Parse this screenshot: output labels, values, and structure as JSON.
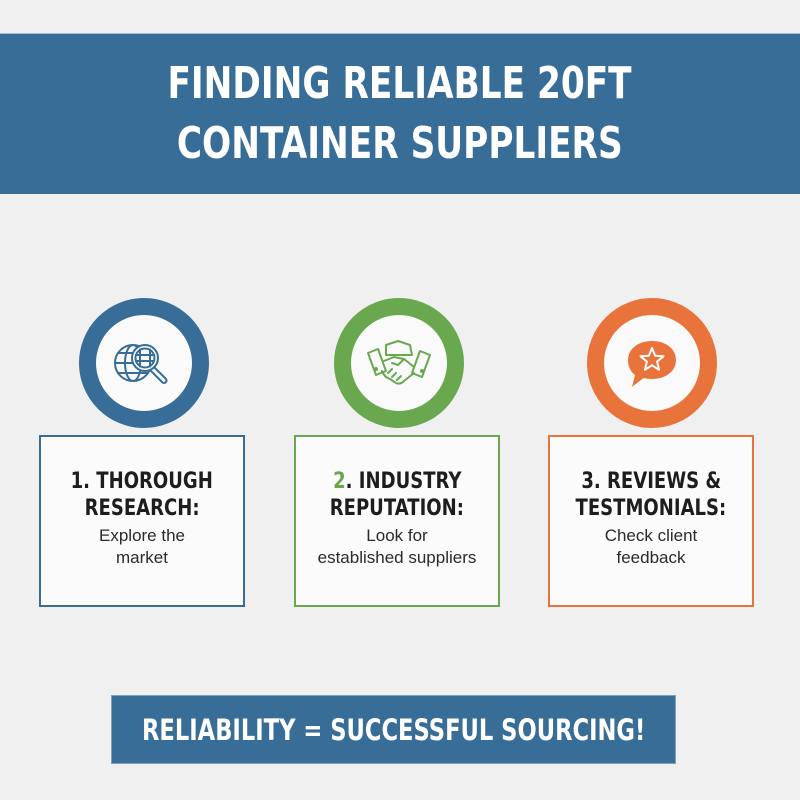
{
  "header": {
    "title_line1": "FINDING RELIABLE 20FT",
    "title_line2": "CONTAINER SUPPLIERS",
    "background_color": "#386d97"
  },
  "steps": [
    {
      "icon": "globe-search-icon",
      "color": "#386d97",
      "number": "1",
      "title_line1_rest": ". THOROUGH",
      "title_line2": "RESEARCH:",
      "desc_line1": "Explore the",
      "desc_line2": "market"
    },
    {
      "icon": "handshake-icon",
      "color": "#6aa84f",
      "number": "2",
      "title_line1_rest": ". INDUSTRY",
      "title_line2": "REPUTATION:",
      "desc_line1": "Look for",
      "desc_line2": "established suppliers"
    },
    {
      "icon": "speech-bubble-star-icon",
      "color": "#e8743b",
      "number": "3",
      "title_line1_rest": ". REVIEWS &",
      "title_line2": "TESTMONIALS:",
      "desc_line1": "Check client",
      "desc_line2": "feedback"
    }
  ],
  "footer": {
    "text": "RELIABILITY = SUCCESSFUL SOURCING!"
  }
}
